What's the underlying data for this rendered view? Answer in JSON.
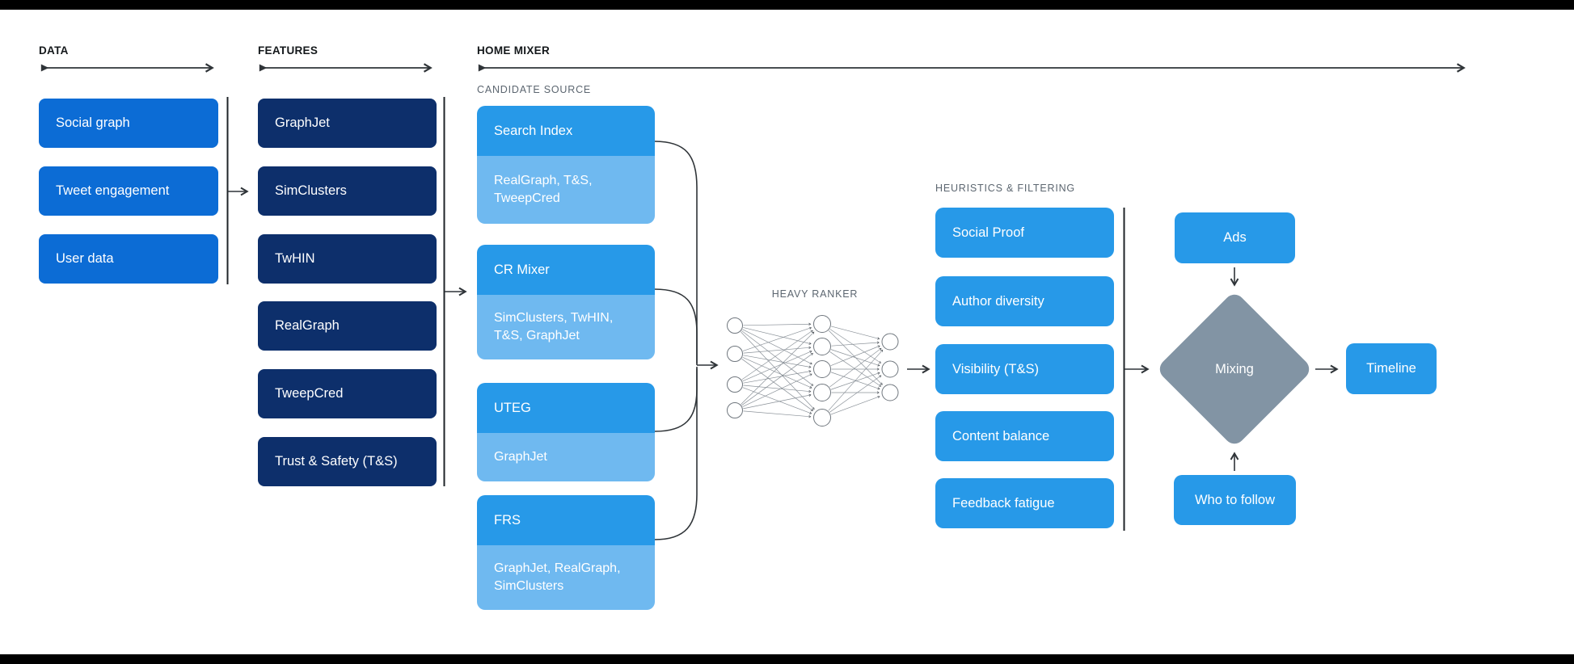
{
  "titles": {
    "data": "DATA",
    "features": "FEATURES",
    "home_mixer": "HOME MIXER",
    "candidate_source": "CANDIDATE SOURCE",
    "heavy_ranker": "HEAVY RANKER",
    "heuristics": "HEURISTICS & FILTERING"
  },
  "data_sources": [
    "Social graph",
    "Tweet engagement",
    "User data"
  ],
  "features": [
    "GraphJet",
    "SimClusters",
    "TwHIN",
    "RealGraph",
    "TweepCred",
    "Trust & Safety (T&S)"
  ],
  "candidate_sources": [
    {
      "title": "Search Index",
      "features_used": "RealGraph, T&S, TweepCred"
    },
    {
      "title": "CR Mixer",
      "features_used": "SimClusters, TwHIN, T&S, GraphJet"
    },
    {
      "title": "UTEG",
      "features_used": "GraphJet"
    },
    {
      "title": "FRS",
      "features_used": "GraphJet, RealGraph, SimClusters"
    }
  ],
  "heuristics_items": [
    "Social Proof",
    "Author diversity",
    "Visibility (T&S)",
    "Content balance",
    "Feedback fatigue"
  ],
  "mixing_stage": {
    "ads": "Ads",
    "mixing": "Mixing",
    "who_to_follow": "Who to follow",
    "timeline": "Timeline"
  },
  "colors": {
    "primary_blue": "#0C6CD5",
    "navy": "#0D2F6B",
    "sky_blue": "#2799E8",
    "light_blue": "#6FB9F0",
    "slate_gray": "#8294A4",
    "line_dark": "#2F3438",
    "label_gray": "#5C6670",
    "header_text": "#14181B",
    "bar_black": "#000000"
  }
}
